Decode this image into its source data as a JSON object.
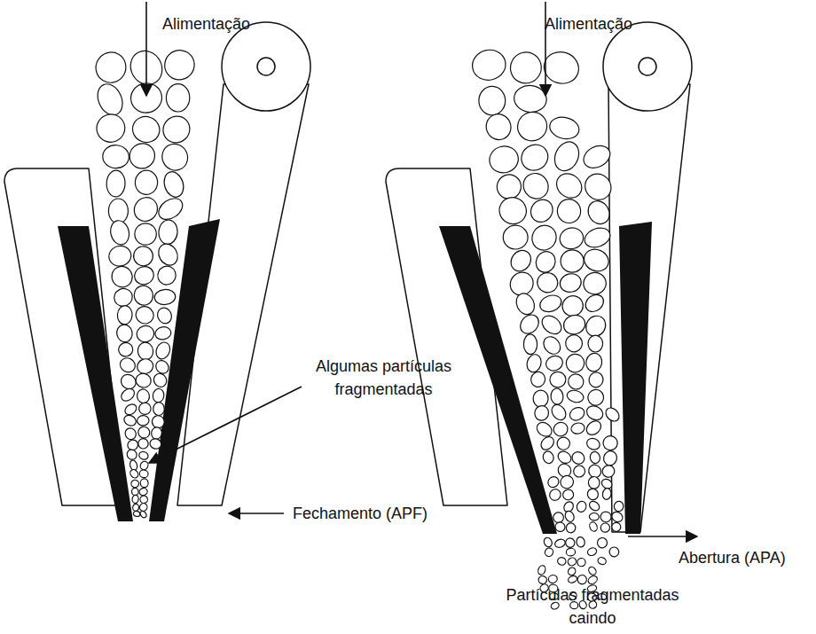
{
  "diagram": {
    "labels": [
      "Alimentação",
      "Alimentação",
      "Algumas partículas fragmentadas",
      "Fechamento (APF)",
      "Abertura (APA)",
      "Partículas fragmentadas caindo"
    ]
  }
}
